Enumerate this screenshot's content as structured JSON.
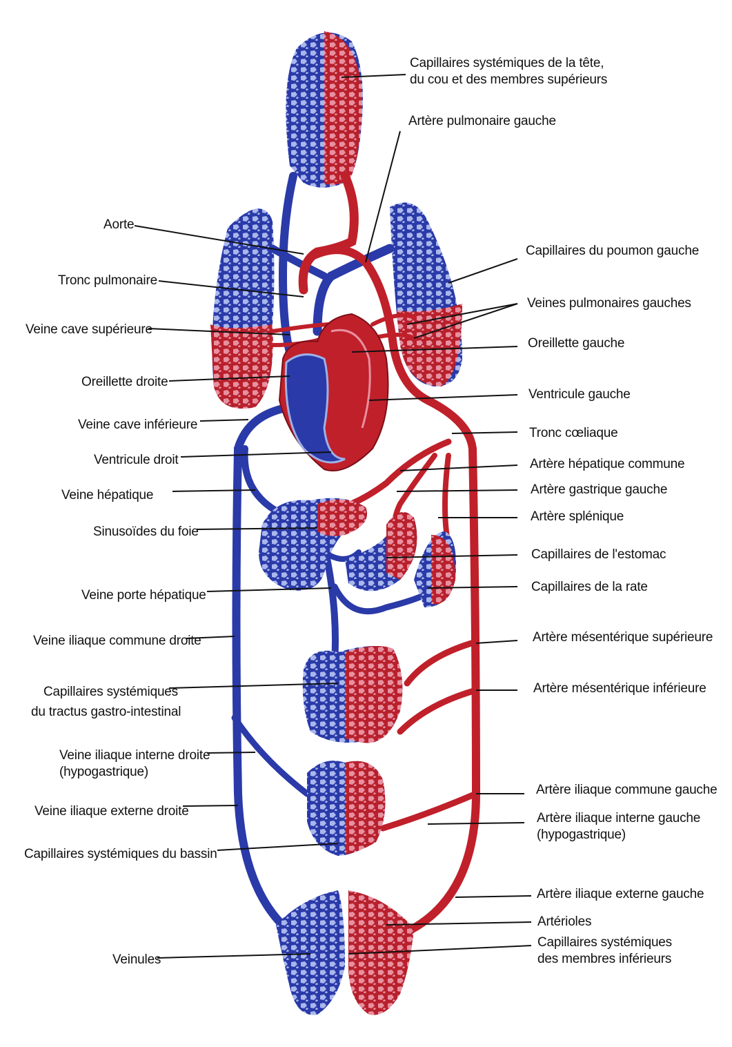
{
  "colors": {
    "vein": "#2a3aa8",
    "artery": "#c0202a",
    "capillary_light": "#9fb0e6",
    "capillary_red": "#e0788a",
    "border": "#1a1a1a"
  },
  "labels_left": {
    "aorte": "Aorte",
    "tronc_pulmonaire": "Tronc pulmonaire",
    "veine_cave_sup": "Veine cave supérieure",
    "oreillette_droite": "Oreillette droite",
    "veine_cave_inf": "Veine cave inférieure",
    "ventricule_droit": "Ventricule droit",
    "veine_hepatique": "Veine hépatique",
    "sinusoides": "Sinusoïdes du foie",
    "veine_porte": "Veine porte hépatique",
    "veine_iliaque_commune_droite": "Veine iliaque commune droite",
    "cap_gi_1": "Capillaires systémiques",
    "cap_gi_2": "du tractus gastro-intestinal",
    "veine_iliaque_interne_1": "Veine iliaque interne droite",
    "veine_iliaque_interne_2": "(hypogastrique)",
    "veine_iliaque_externe": "Veine iliaque externe droite",
    "cap_bassin": "Capillaires systémiques du bassin",
    "veinules": "Veinules"
  },
  "labels_right": {
    "cap_tete_1": "Capillaires systémiques de la tête,",
    "cap_tete_2": "du cou et des membres supérieurs",
    "artere_pulm_gauche": "Artère pulmonaire gauche",
    "cap_poumon_gauche": "Capillaires du poumon gauche",
    "veines_pulm_gauches": "Veines pulmonaires gauches",
    "oreillette_gauche": "Oreillette gauche",
    "ventricule_gauche": "Ventricule gauche",
    "tronc_coeliaque": "Tronc cœliaque",
    "artere_hep_commune": "Artère hépatique commune",
    "artere_gastrique": "Artère gastrique gauche",
    "artere_splenique": "Artère splénique",
    "cap_estomac": "Capillaires de l'estomac",
    "cap_rate": "Capillaires de la rate",
    "art_mes_sup": "Artère mésentérique supérieure",
    "art_mes_inf": "Artère mésentérique inférieure",
    "art_il_commune": "Artère iliaque commune gauche",
    "art_il_interne_1": "Artère iliaque interne gauche",
    "art_il_interne_2": "(hypogastrique)",
    "art_il_externe": "Artère iliaque externe gauche",
    "arterioles": "Artérioles",
    "cap_membres_inf_1": "Capillaires systémiques",
    "cap_membres_inf_2": "des membres inférieurs"
  }
}
